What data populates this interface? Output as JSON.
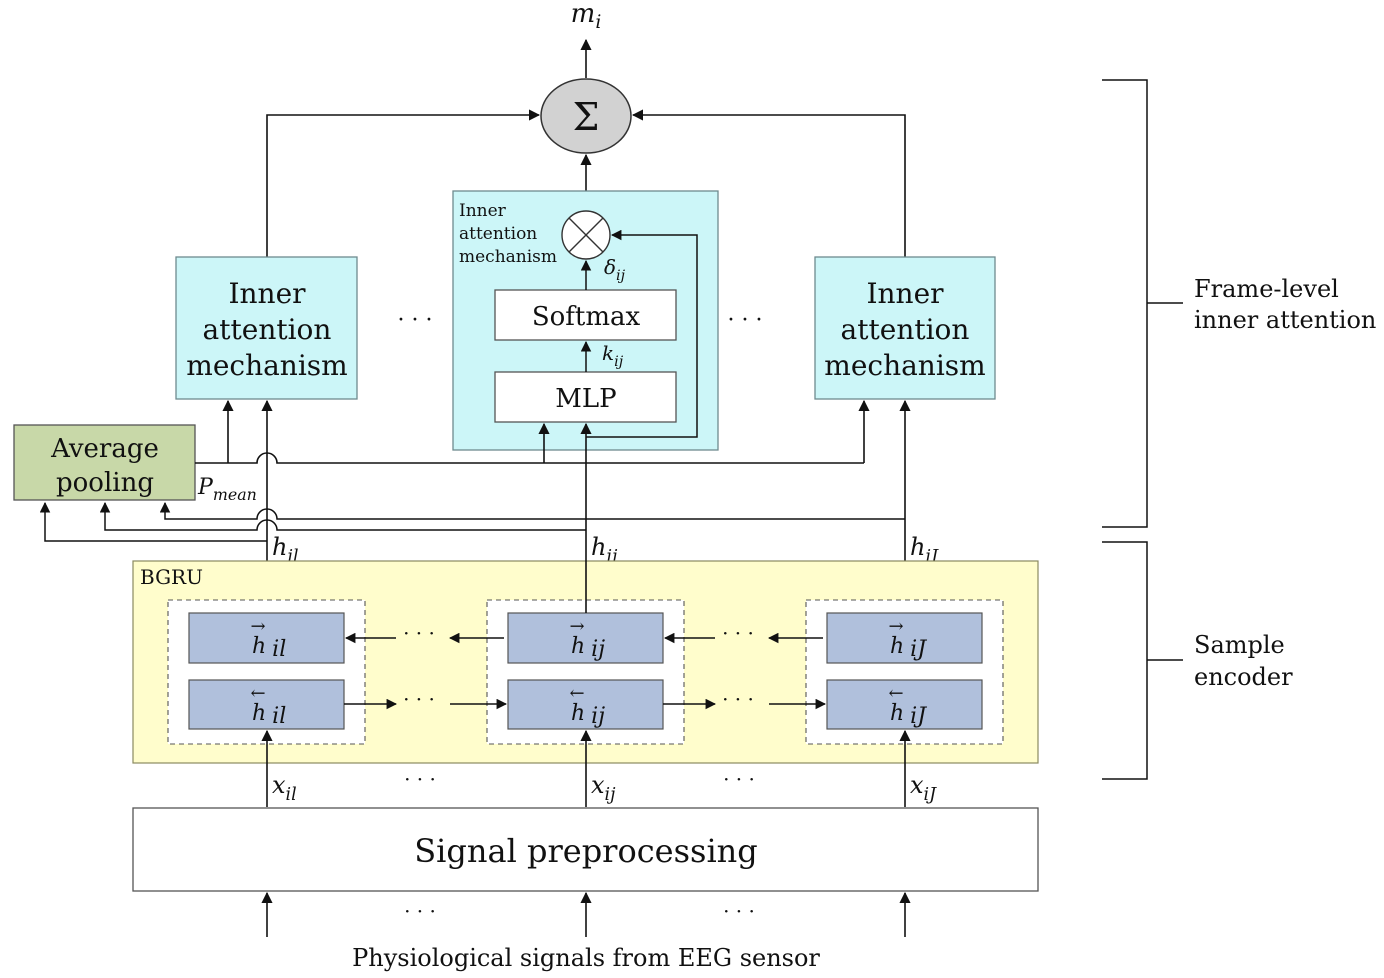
{
  "output_label": "m",
  "output_sub": "i",
  "sum_symbol": "Σ",
  "inner_block_label": "Inner attention mechanism",
  "inner_block_lines": [
    "Inner",
    "attention",
    "mechanism"
  ],
  "detail_block": {
    "caption_lines": [
      "Inner",
      "attention",
      "mechanism"
    ],
    "softmax_label": "Softmax",
    "mlp_label": "MLP",
    "delta_label": "δ",
    "delta_sub": "ij",
    "k_label": "k",
    "k_sub": "ij"
  },
  "avg_pooling": {
    "lines": [
      "Average",
      "pooling"
    ],
    "pmean_label": "P",
    "pmean_sub": "mean"
  },
  "ellipsis": "· · ·",
  "hidden": [
    {
      "label": "h",
      "sub": "il"
    },
    {
      "label": "h",
      "sub": "ij"
    },
    {
      "label": "h",
      "sub": "iJ"
    }
  ],
  "bgru": {
    "title": "BGRU",
    "forward": [
      {
        "label": "h",
        "sub": "il",
        "arrow": "→"
      },
      {
        "label": "h",
        "sub": "ij",
        "arrow": "→"
      },
      {
        "label": "h",
        "sub": "iJ",
        "arrow": "→"
      }
    ],
    "backward": [
      {
        "label": "h",
        "sub": "il",
        "arrow": "←"
      },
      {
        "label": "h",
        "sub": "ij",
        "arrow": "←"
      },
      {
        "label": "h",
        "sub": "iJ",
        "arrow": "←"
      }
    ]
  },
  "inputs": [
    {
      "label": "x",
      "sub": "il"
    },
    {
      "label": "x",
      "sub": "ij"
    },
    {
      "label": "x",
      "sub": "iJ"
    }
  ],
  "preprocessing_label": "Signal preprocessing",
  "signals_label": "Physiological signals from EEG sensor",
  "bracket_labels": {
    "frame_level": [
      "Frame-level",
      "inner attention"
    ],
    "sample_encoder": [
      "Sample",
      "encoder"
    ]
  },
  "colors": {
    "inner_block_fill": "#ccf6f8",
    "avg_pool_fill": "#c8d8a8",
    "bgru_fill": "#fffdcc",
    "cell_fill": "#b0c0dc",
    "sum_fill": "#d2d2d2",
    "line": "#111111"
  }
}
